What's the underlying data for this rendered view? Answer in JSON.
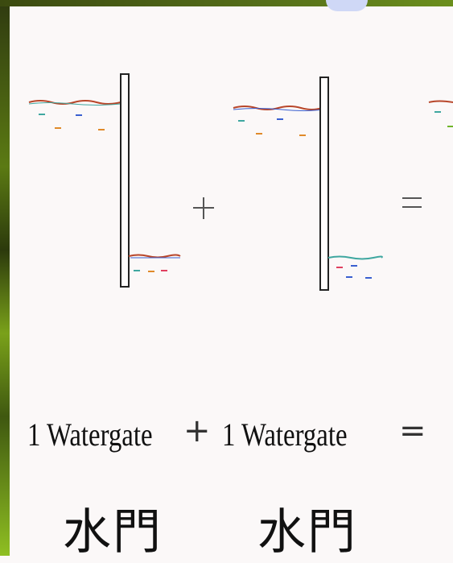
{
  "equation": {
    "term1": "1 Watergate",
    "plus": "+",
    "term2": "1 Watergate",
    "equals": "="
  },
  "captions": {
    "first": "水門",
    "second": "水門"
  },
  "diagram_symbols": {
    "plus": "+",
    "equals": "="
  },
  "colors": {
    "water_line": "#b8462a",
    "wall": "#222222",
    "ripple_teal": "#3fa7a0",
    "ripple_orange": "#e08a2a",
    "ripple_blue": "#3a5fd0",
    "slide_green": "#6b8f1c"
  }
}
